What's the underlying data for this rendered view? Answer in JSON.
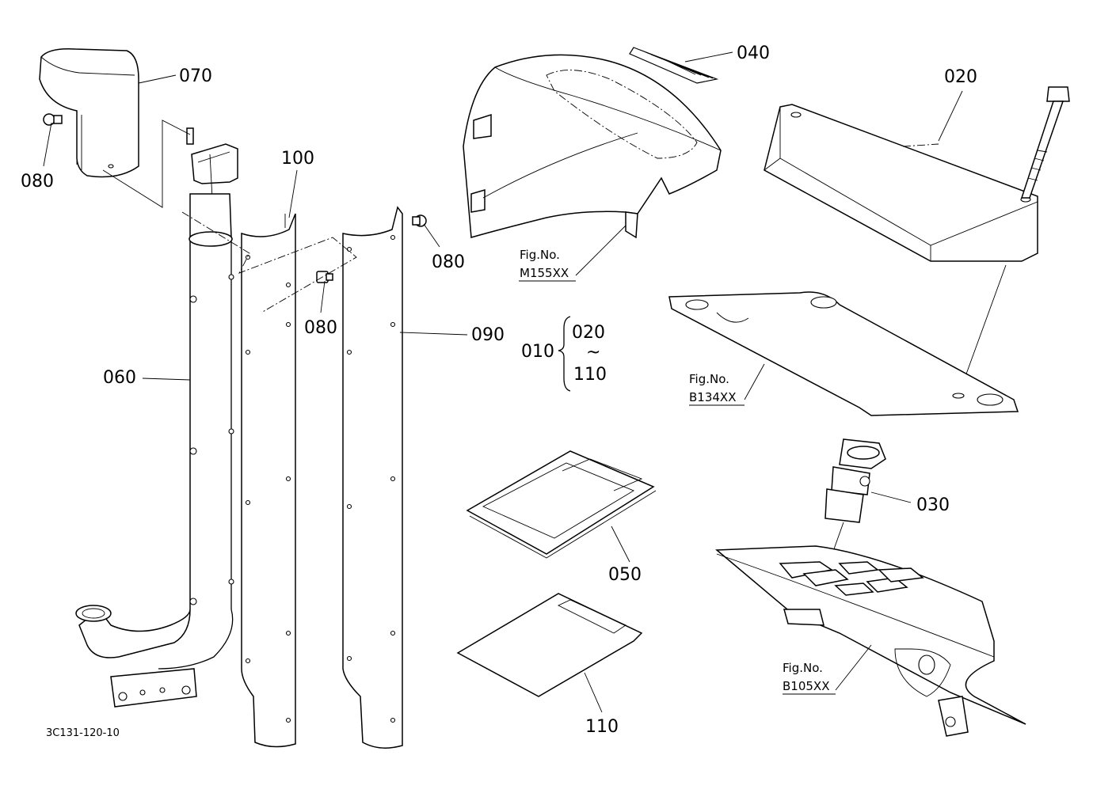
{
  "diagram": {
    "drawing_code": "3C131-120-10",
    "callouts": {
      "p010": "010",
      "p020_top": "020",
      "p020_range": "020",
      "p030": "030",
      "p040": "040",
      "p050": "050",
      "p060": "060",
      "p070": "070",
      "p080_a": "080",
      "p080_b": "080",
      "p080_c": "080",
      "p090": "090",
      "p100": "100",
      "p110_range": "110",
      "p110": "110",
      "tilde": "~"
    },
    "fig_refs": {
      "m155": {
        "label": "Fig.No.",
        "number": "M155XX"
      },
      "b134": {
        "label": "Fig.No.",
        "number": "B134XX"
      },
      "b105": {
        "label": "Fig.No.",
        "number": "B105XX"
      }
    }
  }
}
